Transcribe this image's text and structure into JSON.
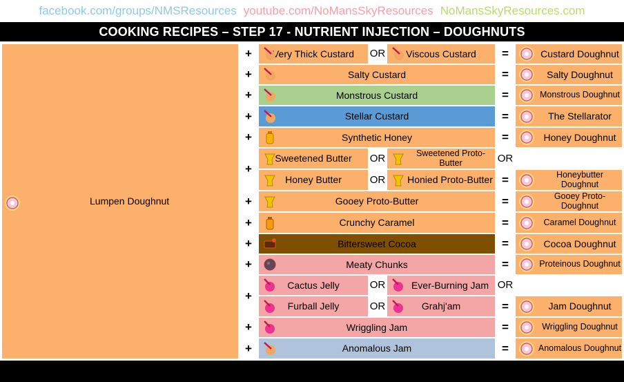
{
  "links": {
    "facebook": "facebook.com/groups/NMSResources",
    "youtube": "youtube.com/NoMansSkyResources",
    "site": "NoMansSkyResources.com"
  },
  "title": "COOKING RECIPES – STEP 17 - NUTRIENT INJECTION – DOUGHNUTS",
  "base": "Lumpen Doughnut",
  "symbols": {
    "plus": "+",
    "equals": "=",
    "or": "OR"
  },
  "rows": [
    {
      "a": "Very Thick Custard",
      "b": "Viscous Custard",
      "result": "Custard Doughnut"
    },
    {
      "a": "Salty Custard",
      "result": "Salty Doughnut"
    },
    {
      "a": "Monstrous Custard",
      "result": "Monstrous Doughnut"
    },
    {
      "a": "Stellar Custard",
      "result": "The Stellarator"
    },
    {
      "a": "Synthetic Honey",
      "result": "Honey Doughnut"
    },
    {
      "a": "Sweetened Butter",
      "b": "Sweetened Proto-Butter"
    },
    {
      "a": "Honey Butter",
      "b": "Honied Proto-Butter",
      "result": "Honeybutter Doughnut"
    },
    {
      "a": "Gooey Proto-Butter",
      "result": "Gooey Proto-Doughnut"
    },
    {
      "a": "Crunchy Caramel",
      "result": "Caramel Doughnut"
    },
    {
      "a": "Bittersweet Cocoa",
      "result": "Cocoa Doughnut"
    },
    {
      "a": "Meaty Chunks",
      "result": "Proteinous Doughnut"
    },
    {
      "a": "Cactus Jelly",
      "b": "Ever-Burning Jam"
    },
    {
      "a": "Furball Jelly",
      "b": "Grahj'am",
      "result": "Jam Doughnut"
    },
    {
      "a": "Wriggling Jam",
      "result": "Wriggling Doughnut"
    },
    {
      "a": "Anomalous Jam",
      "result": "Anomalous Doughnut"
    }
  ],
  "colors": {
    "facebook": "#8fc8e8",
    "youtube": "#f3a0a8",
    "site": "#b7dc6c",
    "orange": "#fbb06b",
    "green": "#a9d08e",
    "blue": "#5b9bd5",
    "brown": "#7f4f00",
    "pink": "#f4a5a6",
    "light_blue": "#afc4dc"
  }
}
